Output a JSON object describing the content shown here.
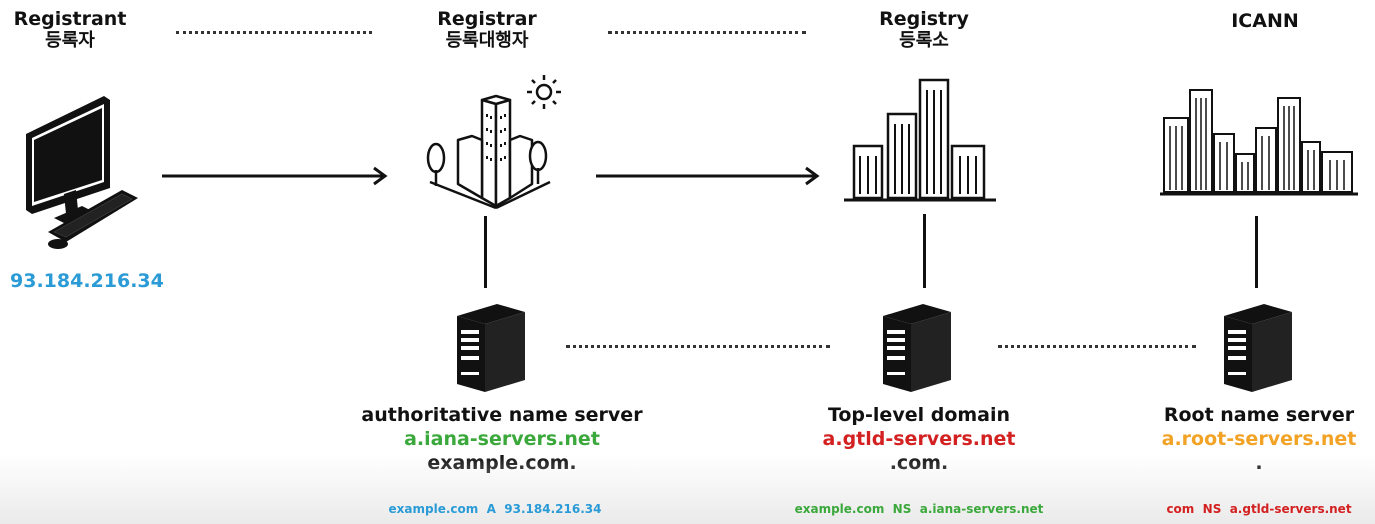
{
  "colors": {
    "ip_blue": "#2a9bd6",
    "iana_green": "#3aa83a",
    "gtld_red": "#d32020",
    "root_orange": "#f2a225"
  },
  "entities": {
    "registrant": {
      "en": "Registrant",
      "ko": "등록자",
      "ip": "93.184.216.34",
      "icon": "desktop-computer-icon"
    },
    "registrar": {
      "en": "Registrar",
      "ko": "등록대행자",
      "icon": "office-building-icon"
    },
    "registry": {
      "en": "Registry",
      "ko": "등록소",
      "icon": "city-buildings-icon"
    },
    "icann": {
      "en": "ICANN",
      "icon": "city-skyline-icon"
    }
  },
  "servers": {
    "authoritative": {
      "title": "authoritative name server",
      "host": "a.iana-servers.net",
      "zone": "example.com.",
      "record": "example.com  A  93.184.216.34"
    },
    "tld": {
      "title": "Top-level domain",
      "host": "a.gtld-servers.net",
      "zone": ".com.",
      "record": "example.com  NS  a.iana-servers.net"
    },
    "root": {
      "title": "Root name server",
      "host": "a.root-servers.net",
      "zone": ".",
      "record": "com  NS  a.gtld-servers.net"
    }
  }
}
